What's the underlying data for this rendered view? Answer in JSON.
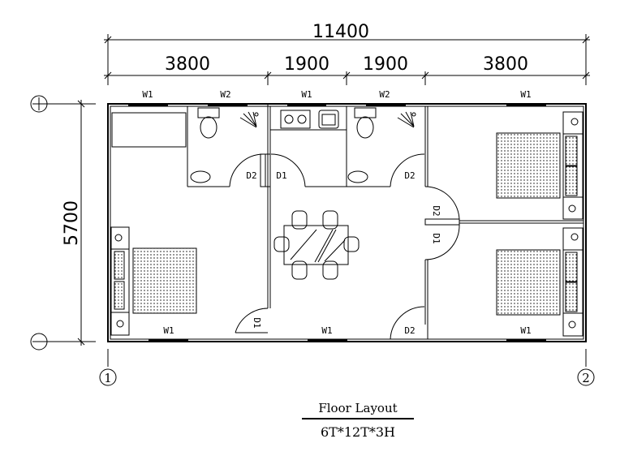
{
  "dimensions": {
    "total_width": "11400",
    "segments": [
      "3800",
      "1900",
      "1900",
      "3800"
    ],
    "depth": "5700"
  },
  "top_openings": [
    "W1",
    "W2",
    "W1",
    "W2",
    "W1"
  ],
  "bottom_openings": [
    "W1",
    "W1",
    "D2",
    "W1"
  ],
  "doors": {
    "left_bath": "D2",
    "kitchen": "D1",
    "right_bath": "D2",
    "bedroom_upper": "D2",
    "bedroom_lower": "D1",
    "left_room": "D1"
  },
  "grid_axes": {
    "bottom_left": "1",
    "bottom_right": "2"
  },
  "title": {
    "name": "Floor Layout",
    "spec": "6T*12T*3H"
  }
}
